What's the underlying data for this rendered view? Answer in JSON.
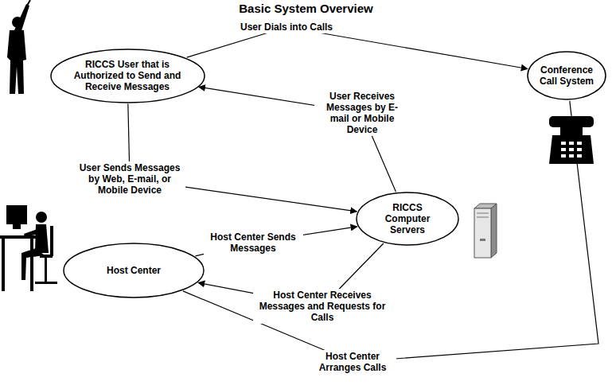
{
  "diagram": {
    "title": "Basic System Overview",
    "nodes": [
      {
        "text": [
          "RICCS User that is Authorized to Send and Receive Messages"
        ]
      },
      {
        "text": [
          "Conference Call System"
        ]
      },
      {
        "text": [
          "RICCS Computer Servers"
        ]
      },
      {
        "text": [
          "Host Center"
        ]
      }
    ],
    "edges": [
      {
        "from": 0,
        "to": 1,
        "label": "User Dials into Calls",
        "arrow": "to"
      },
      {
        "from": 2,
        "to": 0,
        "label": "User Receives Messages by E-mail or Mobile Device",
        "arrow": "to"
      },
      {
        "from": 0,
        "to": 2,
        "label": "User Sends Messages by Web, E-mail, or Mobile Device",
        "arrow": "to"
      },
      {
        "from": 3,
        "to": 2,
        "label": "Host Center Sends Messages",
        "arrow": "to"
      },
      {
        "from": 2,
        "to": 3,
        "label": "Host Center Receives Messages and Requests for Calls",
        "arrow": "to"
      },
      {
        "from": 3,
        "to": 1,
        "label": "Host Center Arranges Calls",
        "arrow": "none"
      }
    ]
  }
}
